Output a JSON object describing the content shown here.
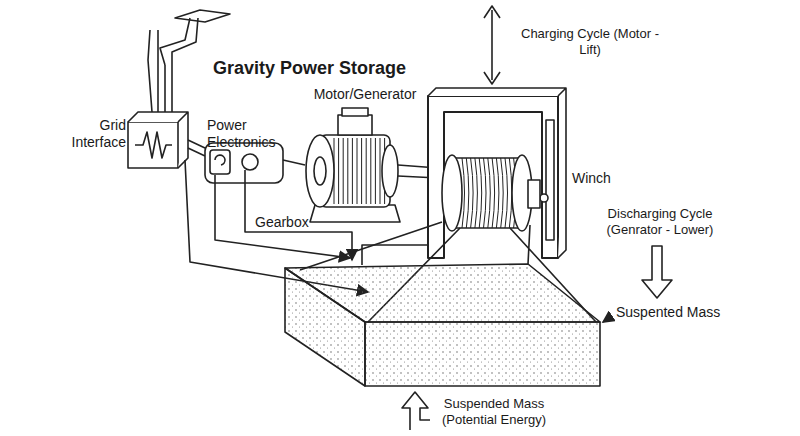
{
  "diagram": {
    "title": "Gravity Power Storage",
    "labels": [
      "Grid Interface",
      "Power Electronics",
      "Motor/Generator",
      "Gearbox",
      "Charging Cycle (Motor - Lift)",
      "Winch",
      "Discharging Cycle (Genrator - Lower)",
      "Suspented Mass",
      "Suspended Mass (Potential Energy)"
    ]
  }
}
